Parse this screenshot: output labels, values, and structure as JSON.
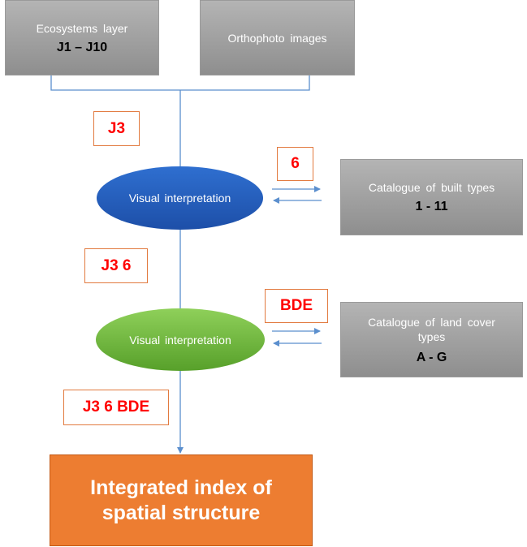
{
  "inputs": {
    "ecosystems": {
      "title": "Ecosystems layer",
      "code": "J1 – J10"
    },
    "orthophoto": {
      "title": "Orthophoto images"
    }
  },
  "steps": [
    {
      "label": "Visual interpretation",
      "color": "#2563c4"
    },
    {
      "label": "Visual interpretation",
      "color": "#6fb83c"
    }
  ],
  "catalogues": [
    {
      "title": "Catalogue of built types",
      "range": "1 - 11"
    },
    {
      "title_line1": "Catalogue of land cover",
      "title_line2": "types",
      "range": "A - G"
    }
  ],
  "codes": {
    "after_input": "J3",
    "step1_exchange": "6",
    "after_step1": "J3 6",
    "step2_exchange": "BDE",
    "after_step2": "J3 6 BDE"
  },
  "result": {
    "line1": "Integrated index of",
    "line2": "spatial structure",
    "color": "#ed7d31"
  },
  "colors": {
    "connector": "#5b8fce",
    "code_text": "#ff0000",
    "code_border": "#e27a3f"
  }
}
